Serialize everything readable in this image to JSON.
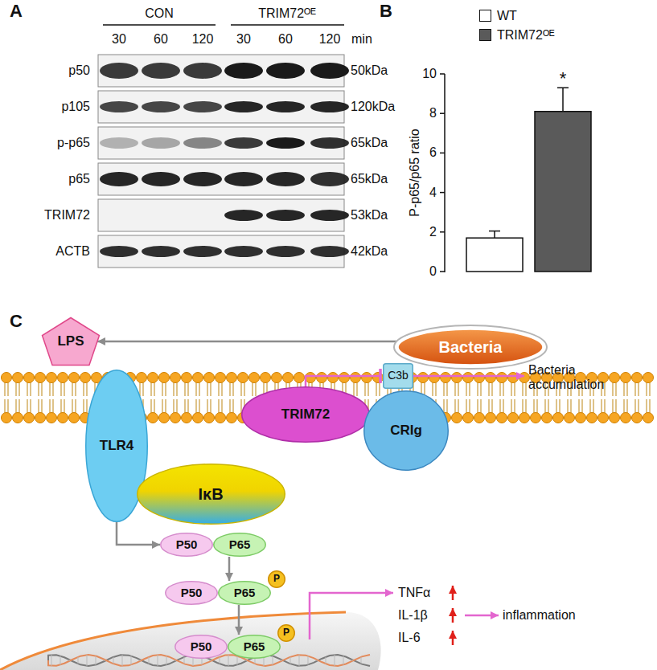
{
  "diagram": {
    "nodes": [
      {
        "text": [
          "LPS"
        ]
      },
      {
        "text": [
          "Bacteria"
        ]
      },
      {
        "text": [
          "TLR4"
        ]
      },
      {
        "text": [
          "TRIM72"
        ]
      },
      {
        "text": [
          "C3b"
        ]
      },
      {
        "text": [
          "CRIg"
        ]
      },
      {
        "text": [
          "IκB"
        ]
      },
      {
        "text": [
          "P50"
        ]
      },
      {
        "text": [
          "P65"
        ]
      },
      {
        "text": [
          "P50"
        ]
      },
      {
        "text": [
          "P65"
        ]
      },
      {
        "text": [
          "P"
        ]
      },
      {
        "text": [
          "P50"
        ]
      },
      {
        "text": [
          "P65"
        ]
      },
      {
        "text": [
          "P"
        ]
      }
    ],
    "edges": [
      {
        "from": 1,
        "to": 0,
        "arrow": "to"
      },
      {
        "from": 2,
        "to": 7,
        "arrow": "to"
      },
      {
        "from": 8,
        "to": 10,
        "arrow": "to"
      },
      {
        "from": 10,
        "to": 13,
        "arrow": "to"
      },
      {
        "from": 3,
        "to": 4,
        "arrow": "to"
      }
    ],
    "labels": [
      "A",
      "CON",
      "TRIM72ᴼᴱ",
      "30",
      "60",
      "120",
      "30",
      "60",
      "120",
      "min",
      "p50",
      "50kDa",
      "p105",
      "120kDa",
      "p-p65",
      "65kDa",
      "p65",
      "65kDa",
      "TRIM72",
      "53kDa",
      "ACTB",
      "42kDa",
      "B",
      "P-p65/p65 ratio",
      "0",
      "2",
      "4",
      "6",
      "8",
      "10",
      "*",
      "C",
      "Bacteria accumulation",
      "TNFα",
      "IL-1β",
      "IL-6",
      "inflammation"
    ],
    "legend": [
      {
        "text": "WT",
        "color": "#ffffff"
      },
      {
        "text": "TRIM72ᴼᴱ",
        "color": "#5a5a5a"
      }
    ]
  }
}
